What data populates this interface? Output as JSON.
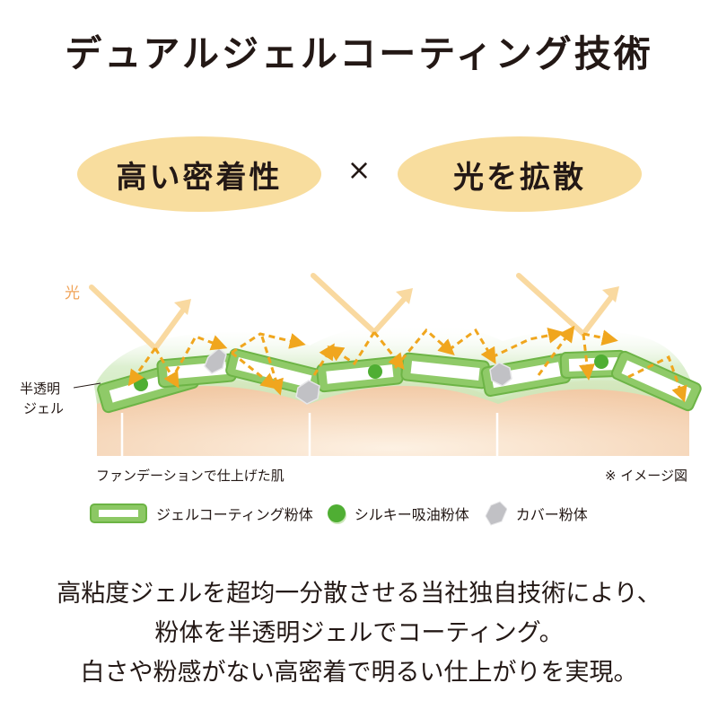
{
  "title": "デュアルジェルコーティング技術",
  "features": {
    "left": "高い密着性",
    "operator": "×",
    "right": "光を拡散"
  },
  "diagram": {
    "light_label": "光",
    "gel_label_line1": "半透明",
    "gel_label_line2": "ジェル",
    "caption_left": "ファンデーションで仕上げた肌",
    "caption_right": "※ イメージ図",
    "colors": {
      "light": "#f9d9a0",
      "gel_green": "#7fc356",
      "gel_haze": "#dcefcf",
      "scatter_arrow": "#f0a61e",
      "skin": "#f4d2b4",
      "silky_powder": "#4fae33",
      "cover_powder": "#b9b9bd"
    }
  },
  "legend": {
    "items": [
      {
        "icon": "gel-coated-powder-icon",
        "label": "ジェルコーティング粉体"
      },
      {
        "icon": "silky-oil-absorbing-powder-icon",
        "label": "シルキー吸油粉体"
      },
      {
        "icon": "cover-powder-icon",
        "label": "カバー粉体"
      }
    ]
  },
  "description": {
    "line1": "高粘度ジェルを超均一分散させる当社独自技術により、",
    "line2": "粉体を半透明ジェルでコーティング。",
    "line3": "白さや粉感がない高密着で明るい仕上がりを実現。"
  }
}
